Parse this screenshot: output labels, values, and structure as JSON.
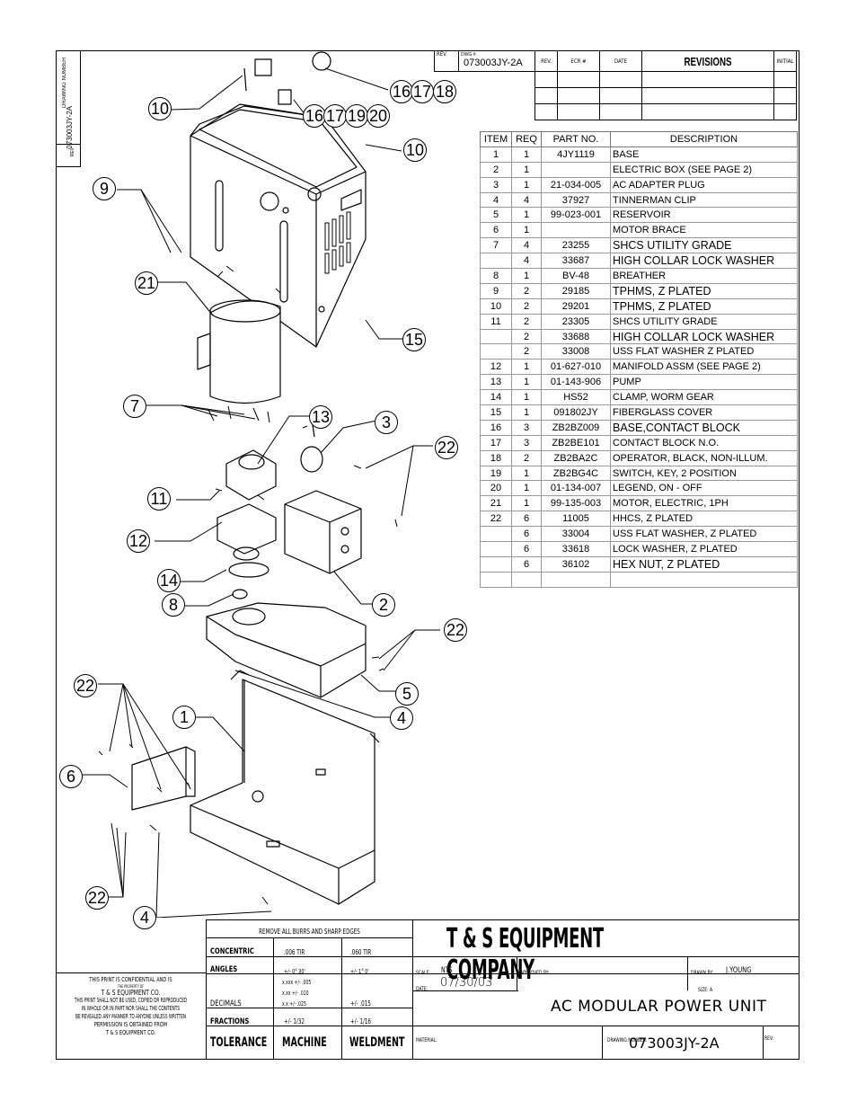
{
  "side_strip": {
    "label_top": "DRAWING NUMBER",
    "number": "073003JY-2A",
    "rev_label": "REV"
  },
  "revisions": {
    "rev_label": "REV.",
    "dwg_label": "DWG #:",
    "dwg_number": "073003JY-2A",
    "col_rev": "REV.",
    "col_ecr": "ECR #",
    "col_date": "DATE",
    "col_revisions": "REVISIONS",
    "col_initial": "INITIAL"
  },
  "parts_list": {
    "headers": [
      "ITEM",
      "REQ",
      "PART NO.",
      "DESCRIPTION"
    ],
    "rows": [
      [
        "1",
        "1",
        "4JY1119",
        "BASE"
      ],
      [
        "2",
        "1",
        "",
        "ELECTRIC BOX (SEE PAGE 2)"
      ],
      [
        "3",
        "1",
        "21-034-005",
        "AC ADAPTER PLUG"
      ],
      [
        "4",
        "4",
        "37927",
        "TINNERMAN CLIP"
      ],
      [
        "5",
        "1",
        "99-023-001",
        "RESERVOIR"
      ],
      [
        "6",
        "1",
        "",
        "MOTOR BRACE"
      ],
      [
        "7",
        "4",
        "23255",
        "SHCS UTILITY GRADE"
      ],
      [
        "",
        "4",
        "33687",
        "HIGH COLLAR LOCK WASHER"
      ],
      [
        "8",
        "1",
        "BV-48",
        "BREATHER"
      ],
      [
        "9",
        "2",
        "29185",
        "TPHMS, Z PLATED"
      ],
      [
        "10",
        "2",
        "29201",
        "TPHMS, Z PLATED"
      ],
      [
        "11",
        "2",
        "23305",
        "SHCS UTILITY GRADE"
      ],
      [
        "",
        "2",
        "33688",
        "HIGH COLLAR LOCK WASHER"
      ],
      [
        "",
        "2",
        "33008",
        "USS FLAT WASHER Z PLATED"
      ],
      [
        "12",
        "1",
        "01-627-010",
        "MANIFOLD ASSM (SEE PAGE 2)"
      ],
      [
        "13",
        "1",
        "01-143-906",
        "PUMP"
      ],
      [
        "14",
        "1",
        "HS52",
        "CLAMP, WORM GEAR"
      ],
      [
        "15",
        "1",
        "091802JY",
        "FIBERGLASS COVER"
      ],
      [
        "16",
        "3",
        "ZB2BZ009",
        "BASE,CONTACT BLOCK"
      ],
      [
        "17",
        "3",
        "ZB2BE101",
        "CONTACT BLOCK N.O."
      ],
      [
        "18",
        "2",
        "ZB2BA2C",
        "OPERATOR, BLACK, NON-ILLUM."
      ],
      [
        "19",
        "1",
        "ZB2BG4C",
        "SWITCH, KEY,  2 POSITION"
      ],
      [
        "20",
        "1",
        "01-134-007",
        "LEGEND, ON - OFF"
      ],
      [
        "21",
        "1",
        "99-135-003",
        "MOTOR, ELECTRIC, 1PH"
      ],
      [
        "22",
        "6",
        "11005",
        "HHCS, Z PLATED"
      ],
      [
        "",
        "6",
        "33004",
        "USS FLAT WASHER, Z PLATED"
      ],
      [
        "",
        "6",
        "33618",
        "LOCK WASHER, Z PLATED"
      ],
      [
        "",
        "6",
        "36102",
        "HEX NUT, Z PLATED"
      ],
      [
        "",
        "",
        "",
        ""
      ]
    ]
  },
  "callouts": [
    "10",
    "16",
    "17",
    "18",
    "16",
    "17",
    "19",
    "20",
    "10",
    "9",
    "21",
    "15",
    "7",
    "13",
    "3",
    "22",
    "11",
    "12",
    "14",
    "8",
    "2",
    "22",
    "5",
    "22",
    "1",
    "4",
    "6",
    "22",
    "4"
  ],
  "tolerance": {
    "remove_burrs": "REMOVE ALL BURRS AND SHARP EDGES",
    "concentric": "CONCENTRIC",
    "concentric_machine": ".006 TIR",
    "concentric_weldment": ".060 TIR",
    "angles": "ANGLES",
    "angles_machine": "+/- 0° 30'",
    "angles_weldment": "+/- 1° 0'",
    "decimals": "DECIMALS",
    "dec_machine_1": "x.xxx +/- .005",
    "dec_machine_2": "x.xx  +/- .010",
    "dec_machine_3": "x.x   +/- .025",
    "dec_weldment": "+/- .015",
    "fractions": "FRACTIONS",
    "fractions_machine": "+/- 1/32",
    "fractions_weldment": "+/- 1/16",
    "tolerance_label": "TOLERANCE",
    "machine_label": "MACHINE",
    "weldment_label": "WELDMENT"
  },
  "confidential": {
    "line1": "THIS PRINT IS CONFIDENTIAL AND IS",
    "line2": "THE PROPERTY OF",
    "line3": "T & S EQUIPMENT CO.",
    "line4": "THIS PRINT SHALL NOT BE USED, COPIED OR REPRODUCED",
    "line5": "IN WHOLE OR IN PART NOR SHALL THE CONTENTS",
    "line6": "BE REVEALED ANY MANNER TO ANYONE UNLESS WRITTEN",
    "line7": "PERMISSION IS OBTAINED FROM",
    "line8": "T & S EQUIPMENT CO."
  },
  "title_block": {
    "company": "T & S EQUIPMENT COMPANY",
    "scale_label": "SCALE:",
    "scale_value": "NTS",
    "approved_label": "APPROVED BY:",
    "drawn_label": "DRAWN BY:",
    "drawn_value": "J.YOUNG",
    "date_label": "DATE:",
    "date_value": "07/30/03",
    "size_label": "SIZE: A",
    "title": "AC MODULAR POWER UNIT",
    "material_label": "MATERIAL:",
    "drawing_number_label": "DRAWING NUMBER:",
    "drawing_number": "073003JY-2A",
    "rev_label": "REV:"
  }
}
